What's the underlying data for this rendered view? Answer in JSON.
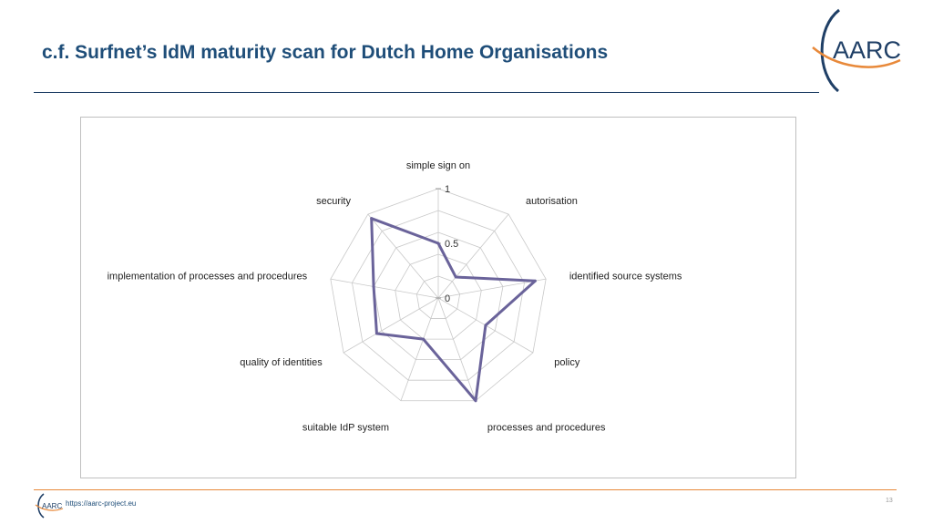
{
  "slide": {
    "title": "c.f. Surfnet’s IdM maturity scan for Dutch Home Organisations",
    "logo_text": "AARC",
    "footer_url": "https://aarc-project.eu",
    "page_number": "13"
  },
  "colors": {
    "title": "#1f4e79",
    "series": "#6a639a",
    "grid": "#c8c8c8",
    "accent_orange": "#e8893a",
    "logo_blue": "#1f3f66"
  },
  "chart_data": {
    "type": "radar",
    "categories": [
      "simple sign on",
      "autorisation",
      "identified source systems",
      "policy",
      "processes and procedures",
      "suitable IdP system",
      "quality of identities",
      "implementation of processes and procedures",
      "security"
    ],
    "series": [
      {
        "values": [
          0.5,
          0.25,
          0.9,
          0.5,
          1.0,
          0.4,
          0.65,
          0.6,
          0.95
        ]
      }
    ],
    "rlim": [
      0,
      1
    ],
    "ticks": [
      "0",
      "0.5",
      "1"
    ],
    "grid": true,
    "legend": "none"
  }
}
